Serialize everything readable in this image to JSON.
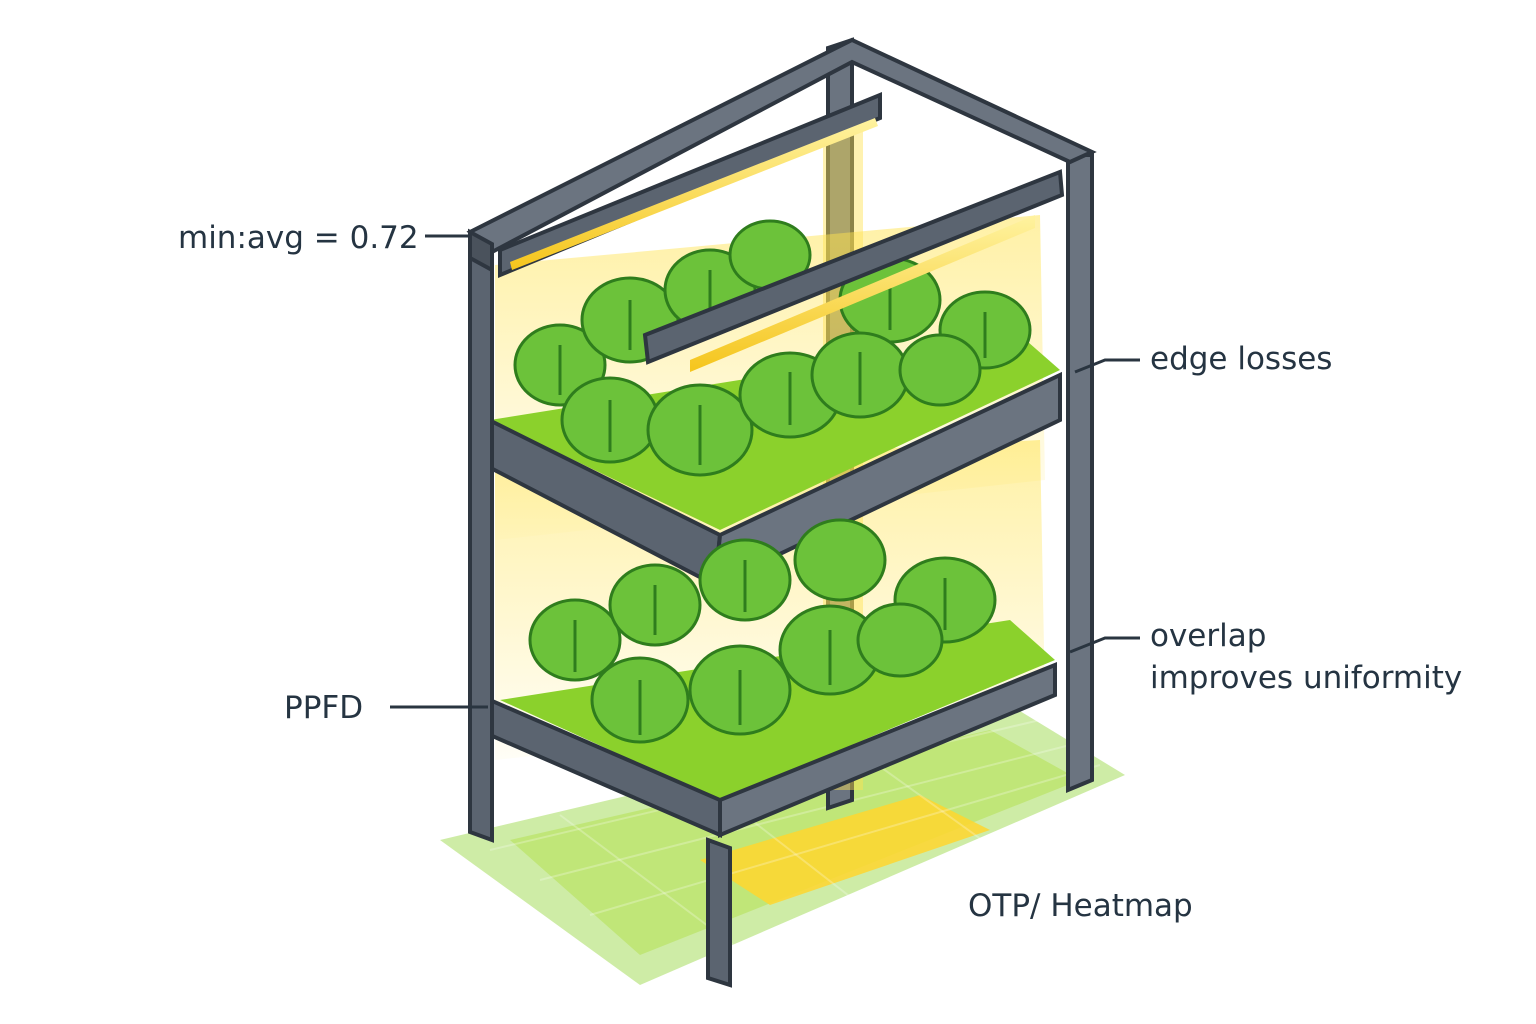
{
  "annotations": {
    "uniformity_ratio": "min:avg = 0.72",
    "edge_losses": "edge losses",
    "overlap_line1": "overlap",
    "overlap_line2": "improves uniformity",
    "ppfd": "PPFD",
    "heatmap": "OTP/ Heatmap"
  },
  "icons": {
    "plant": "lettuce-plant-icon",
    "light": "led-grow-light-bar-icon"
  },
  "colors": {
    "frame": "#5b6470",
    "frame_outline": "#2e3640",
    "light_glow": "#ffe34f",
    "tray_surface": "#8bd12c",
    "lettuce": "#6cc23a",
    "lettuce_dark": "#2f7d1d",
    "heatmap_green": "#a6dd5c",
    "heatmap_yellow": "#ffd62e",
    "leader_line": "#2a3540",
    "text": "#253442"
  }
}
